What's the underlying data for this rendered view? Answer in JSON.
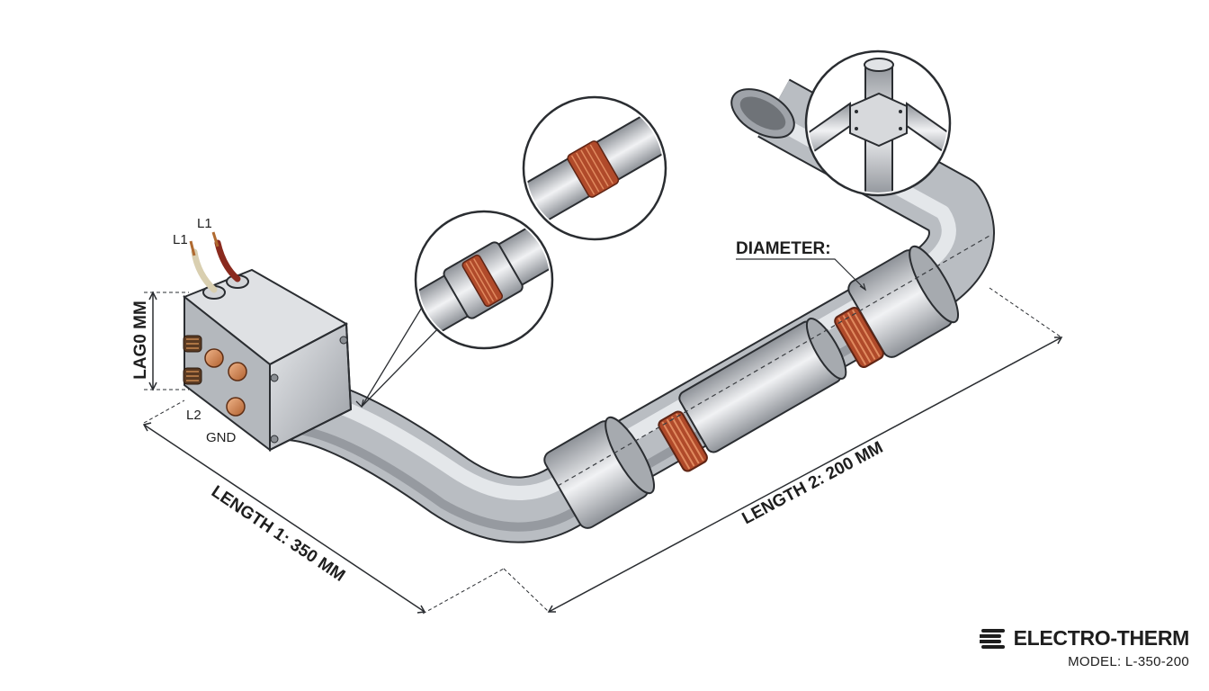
{
  "labels": {
    "diameter": "DIAMETER:",
    "height": "LAG0 MM",
    "length1": "LENGTH 1: 350 MM",
    "length2": "LENGTH 2: 200 MM"
  },
  "terminals": {
    "l1_left": "L1",
    "l1_right": "L1",
    "l2": "L2",
    "gnd": "GND"
  },
  "brand": {
    "name": "ELECTRO-THERM",
    "model": "MODEL: L-350-200"
  },
  "colors": {
    "steel": "#c4c7cc",
    "coil": "#b04a2a",
    "ink": "#1e1e1e"
  }
}
